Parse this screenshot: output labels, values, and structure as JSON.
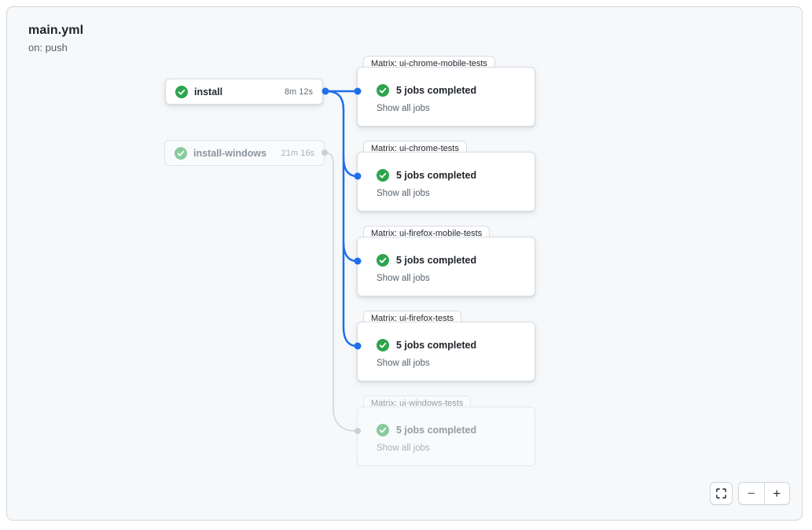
{
  "workflow": {
    "title": "main.yml",
    "trigger": "on: push"
  },
  "nodes": {
    "jobs": [
      {
        "label": "install",
        "duration": "8m 12s",
        "status": "success",
        "faded": false
      },
      {
        "label": "install-windows",
        "duration": "21m 16s",
        "status": "success",
        "faded": true
      }
    ],
    "matrix": [
      {
        "title": "Matrix: ui-chrome-mobile-tests",
        "summary": "5 jobs completed",
        "link": "Show all jobs",
        "status": "success",
        "faded": false
      },
      {
        "title": "Matrix: ui-chrome-tests",
        "summary": "5 jobs completed",
        "link": "Show all jobs",
        "status": "success",
        "faded": false
      },
      {
        "title": "Matrix: ui-firefox-mobile-tests",
        "summary": "5 jobs completed",
        "link": "Show all jobs",
        "status": "success",
        "faded": false
      },
      {
        "title": "Matrix: ui-firefox-tests",
        "summary": "5 jobs completed",
        "link": "Show all jobs",
        "status": "success",
        "faded": false
      },
      {
        "title": "Matrix: ui-windows-tests",
        "summary": "5 jobs completed",
        "link": "Show all jobs",
        "status": "success",
        "faded": true
      }
    ]
  },
  "edges": [
    {
      "from": "install",
      "to": "ui-chrome-mobile-tests",
      "state": "active"
    },
    {
      "from": "install",
      "to": "ui-chrome-tests",
      "state": "active"
    },
    {
      "from": "install",
      "to": "ui-firefox-mobile-tests",
      "state": "active"
    },
    {
      "from": "install",
      "to": "ui-firefox-tests",
      "state": "active"
    },
    {
      "from": "install-windows",
      "to": "ui-windows-tests",
      "state": "inactive"
    }
  ],
  "controls": {
    "fullscreen_icon": "fit-to-screen-icon",
    "zoom_out": "−",
    "zoom_in": "+"
  },
  "colors": {
    "accent_blue": "#1f6feb",
    "success_green": "#2da44e",
    "edge_gray": "#d4dae0",
    "panel_bg": "#f6f8fa",
    "border": "#d0d7de"
  }
}
